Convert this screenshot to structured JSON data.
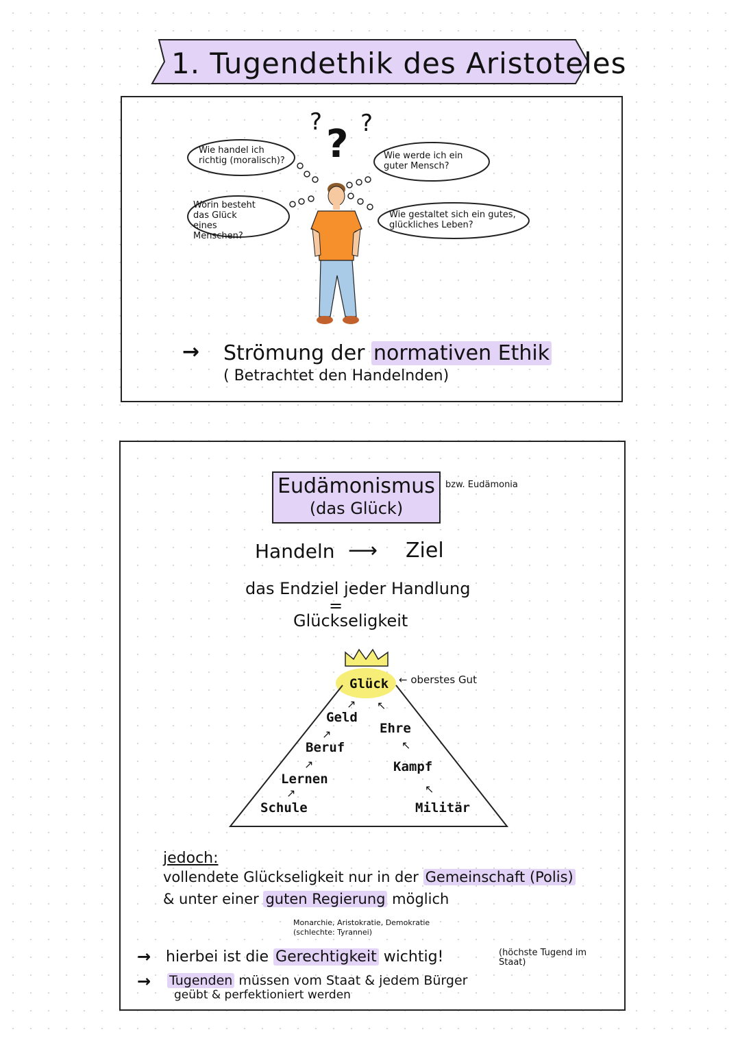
{
  "title": "1. Tugendethik des Aristoteles",
  "panel1": {
    "marks": [
      "?",
      "?",
      "?"
    ],
    "questions": {
      "q1": "Wie handel ich richtig (moralisch)?",
      "q2": "Worin besteht das Glück eines Menschen?",
      "q3": "Wie werde ich ein guter Mensch?",
      "q4": "Wie gestaltet sich ein gutes, glückliches Leben?"
    },
    "arrow_line": {
      "arrow": "→",
      "prefix": "Strömung der",
      "highlight": "normativen Ethik",
      "sub": "( Betrachtet den Handelnden)"
    }
  },
  "panel2": {
    "heading": "Eudämonismus",
    "heading_sub": "(das Glück)",
    "aside": "bzw. Eudämonia",
    "handeln": "Handeln",
    "arrow": "⟶",
    "ziel": "Ziel",
    "endziel": "das Endziel jeder Handlung",
    "equals": "=",
    "gluckseligkeit": "Glückseligkeit",
    "pyramid": {
      "top": "Glück",
      "top_note": "← oberstes Gut",
      "left": [
        "Geld",
        "Beruf",
        "Lernen",
        "Schule"
      ],
      "right": [
        "Ehre",
        "Kampf",
        "Militär"
      ]
    },
    "jedoch": "jedoch:",
    "line1_a": "vollendete Glückseligkeit nur in der",
    "line1_b": "Gemeinschaft (Polis)",
    "line2_a": "& unter einer",
    "line2_b": "guten Regierung",
    "line2_c": "möglich",
    "gov_1": "Monarchie, Aristokratie, Demokratie",
    "gov_2": "(schlechte: Tyrannei)",
    "point1_a": "hierbei ist die",
    "point1_b": "Gerechtigkeit",
    "point1_c": "wichtig!",
    "point1_note": "(höchste Tugend im Staat)",
    "point2_a": "Tugenden",
    "point2_b": "müssen vom Staat & jedem Bürger",
    "point2_c": "geübt & perfektioniert werden",
    "bullet_arrow": "→"
  },
  "colors": {
    "lavender": "#e3d4f7",
    "yellow": "#f6ee77",
    "shirt": "#f5902c",
    "jeans": "#a9cbe8"
  }
}
